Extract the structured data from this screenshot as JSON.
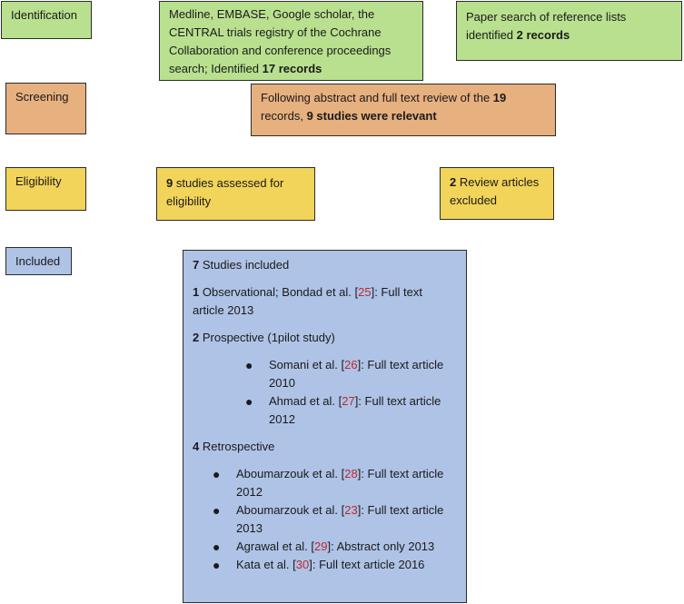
{
  "stages": {
    "identification": "Identification",
    "screening": "Screening",
    "eligibility": "Eligibility",
    "included": "Included"
  },
  "identification_db": {
    "text": "Medline, EMBASE, Google scholar, the CENTRAL trials registry of the Cochrane Collaboration and conference proceedings search; Identified ",
    "bold": "17 records"
  },
  "identification_paper": {
    "text": "Paper search of reference lists identified ",
    "bold": "2 records"
  },
  "screening_box": {
    "text1": "Following abstract and full text review of the ",
    "bold1": "19",
    "text2": " records, ",
    "bold2": "9 studies were relevant"
  },
  "eligibility_box": {
    "bold": "9",
    "text": " studies assessed for eligibility"
  },
  "excluded_box": {
    "bold": "2",
    "text": " Review articles excluded"
  },
  "included_box": {
    "header": {
      "bold": "7",
      "text": " Studies included"
    },
    "observational": {
      "bold": "1",
      "text1": " Observational; Bondad et al. [",
      "ref": "25",
      "text2": "]: Full text article 2013"
    },
    "prospective": {
      "bold": "2",
      "text": " Prospective (1pilot study)",
      "items": [
        {
          "text1": "Somani et al. [",
          "ref": "26",
          "text2": "]: Full text article 2010"
        },
        {
          "text1": "Ahmad et al. [",
          "ref": "27",
          "text2": "]: Full text article 2012"
        }
      ]
    },
    "retrospective": {
      "bold": "4",
      "text": " Retrospective",
      "items": [
        {
          "text1": "Aboumarzouk et al. [",
          "ref": "28",
          "text2": "]: Full text article 2012"
        },
        {
          "text1": "Aboumarzouk et al. [",
          "ref": "23",
          "text2": "]: Full text article 2013"
        },
        {
          "text1": "Agrawal et al. [",
          "ref": "29",
          "text2": "]: Abstract only 2013"
        },
        {
          "text1": "Kata et al. [",
          "ref": "30",
          "text2": "]: Full text article 2016"
        }
      ]
    }
  },
  "colors": {
    "identification": "#b9e08f",
    "screening": "#e7b07f",
    "eligibility": "#f2d45a",
    "included": "#afc3e6",
    "reference": "#c0272d"
  }
}
